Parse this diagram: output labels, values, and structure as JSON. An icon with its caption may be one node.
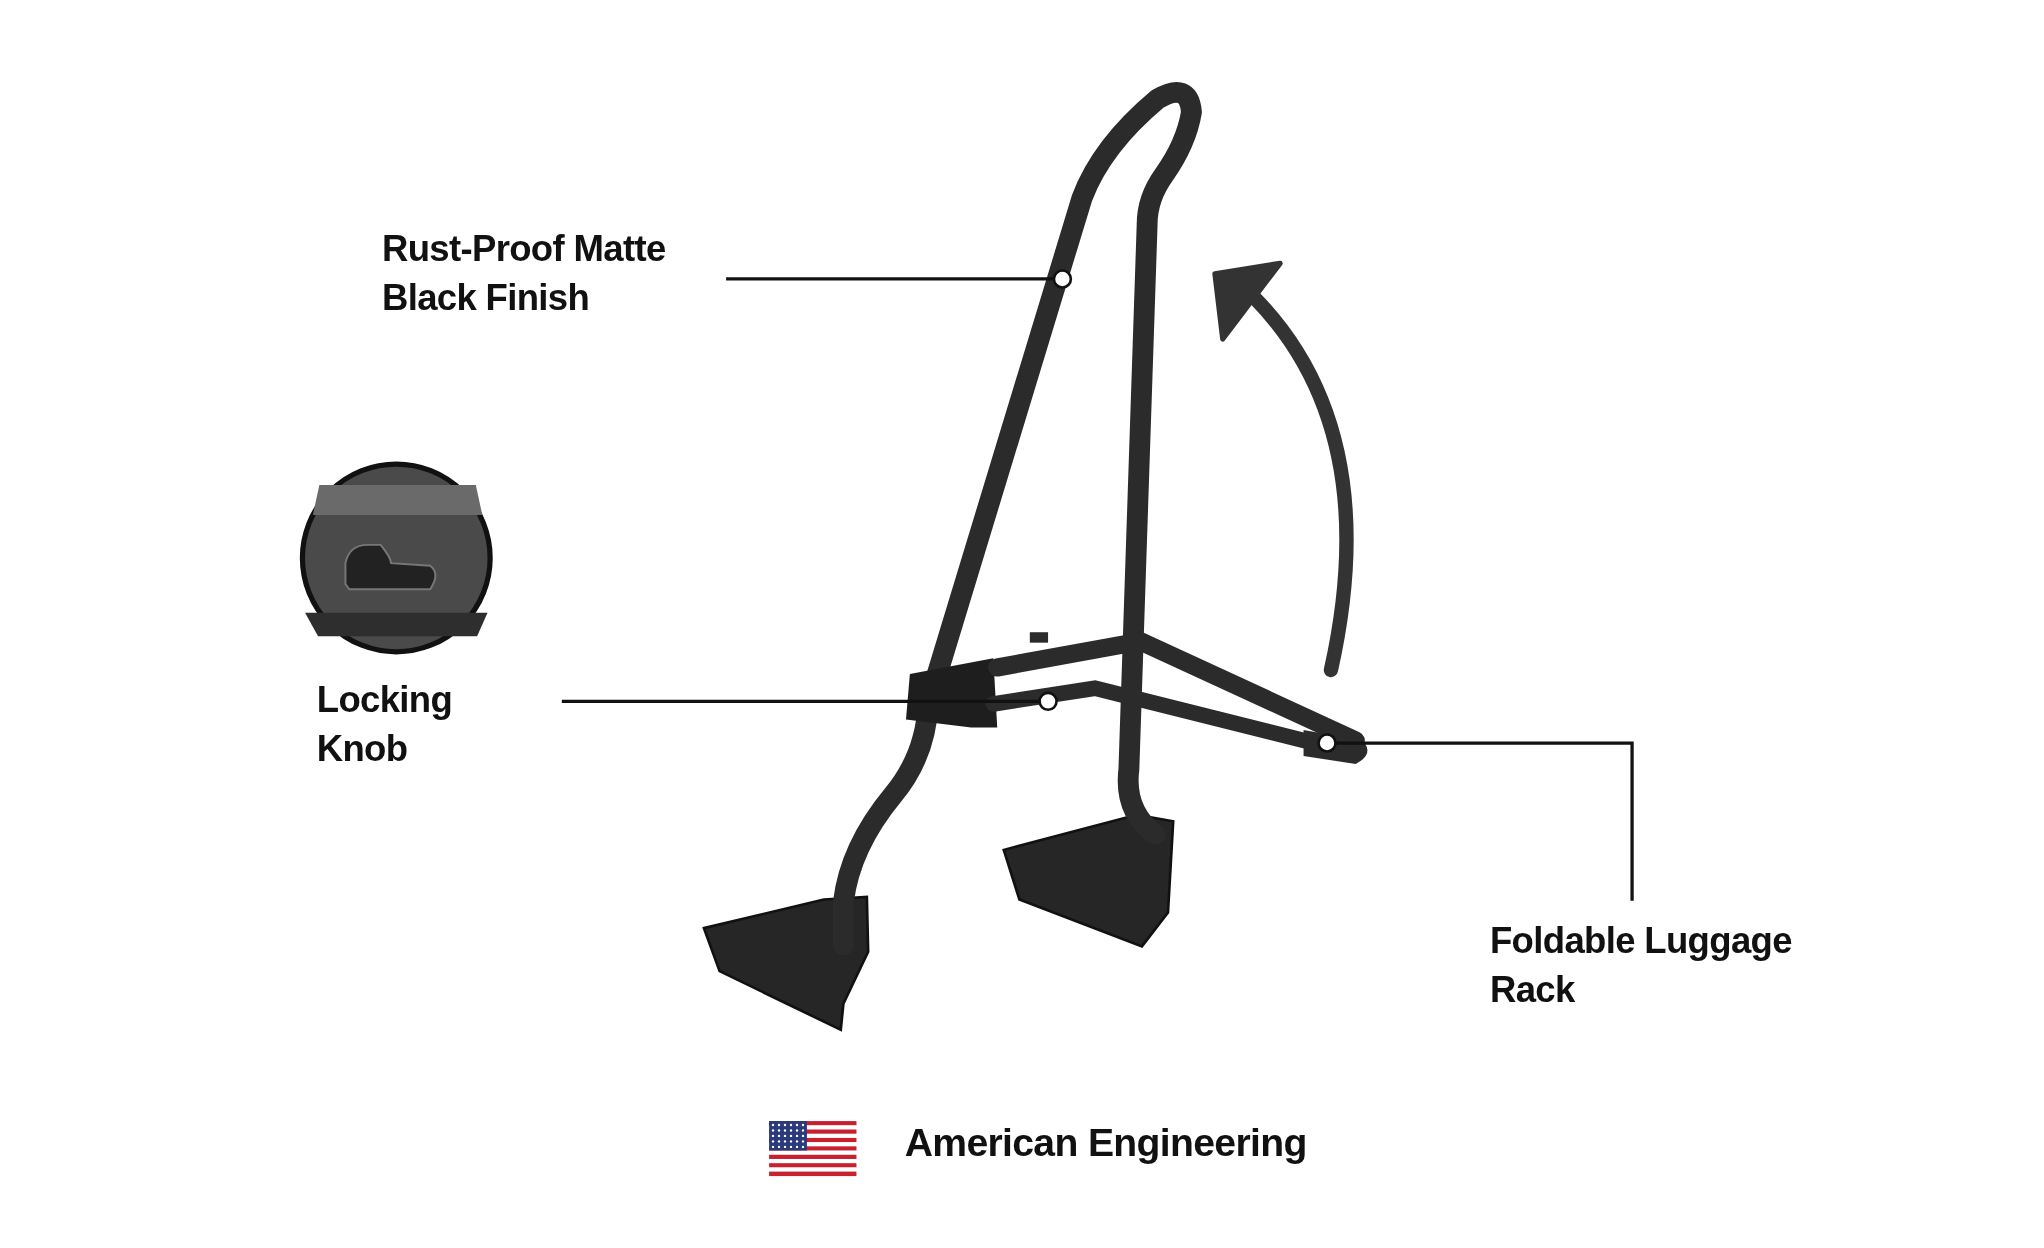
{
  "diagram": {
    "nodes": [
      {
        "text": [
          "Rust-Proof Matte Black Finish"
        ]
      },
      {
        "text": [
          "Locking Knob"
        ]
      },
      {
        "text": [
          "Foldable Luggage Rack"
        ]
      }
    ],
    "edges": [
      {
        "from": 0,
        "to": null,
        "arrow": "other"
      },
      {
        "from": 1,
        "to": null,
        "arrow": "other"
      },
      {
        "from": 2,
        "to": null,
        "arrow": "other"
      }
    ],
    "labels": [
      "American Engineering"
    ]
  }
}
